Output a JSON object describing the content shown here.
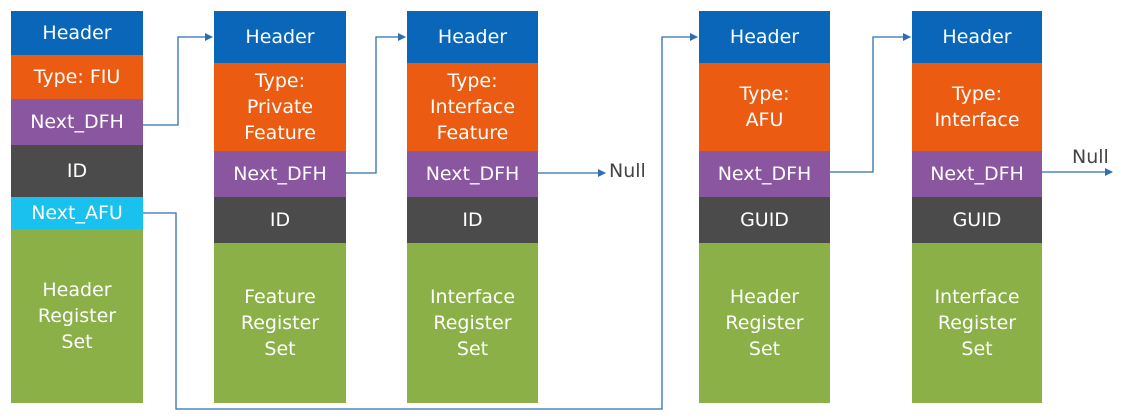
{
  "colors": {
    "header": "#0a66b8",
    "type": "#eb5b12",
    "next_dfh": "#8a56a0",
    "id": "#4b4b4b",
    "next_afu": "#18c1ee",
    "register_set": "#8ab047",
    "connector": "#2f6eb5"
  },
  "columns": [
    {
      "header": "Header",
      "type": "Type: FIU",
      "next_dfh": "Next_DFH",
      "id": "ID",
      "next_afu": "Next_AFU",
      "register_set": "Header\nRegister\nSet"
    },
    {
      "header": "Header",
      "type": "Type:\nPrivate\nFeature",
      "next_dfh": "Next_DFH",
      "id": "ID",
      "register_set": "Feature\nRegister\nSet"
    },
    {
      "header": "Header",
      "type": "Type:\nInterface\nFeature",
      "next_dfh": "Next_DFH",
      "id": "ID",
      "register_set": "Interface\nRegister\nSet"
    },
    {
      "header": "Header",
      "type": "Type:\nAFU",
      "next_dfh": "Next_DFH",
      "id": "GUID",
      "register_set": "Header\nRegister\nSet"
    },
    {
      "header": "Header",
      "type": "Type:\nInterface",
      "next_dfh": "Next_DFH",
      "id": "GUID",
      "register_set": "Interface\nRegister\nSet"
    }
  ],
  "null_labels": [
    "Null",
    "Null"
  ]
}
